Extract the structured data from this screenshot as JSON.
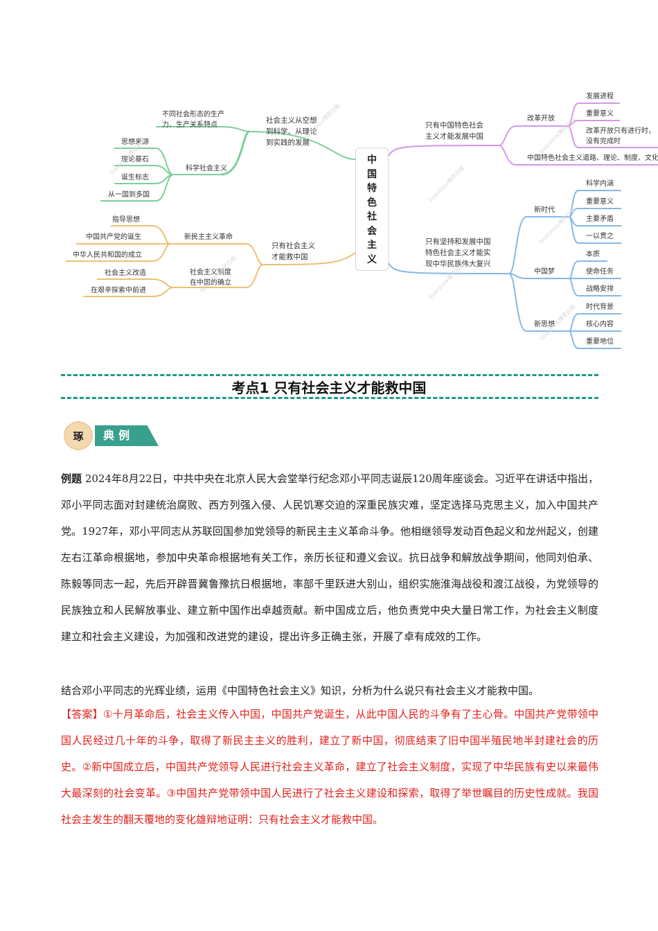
{
  "mindmap": {
    "root": [
      "中",
      "国",
      "特",
      "色",
      "社",
      "会",
      "主",
      "义"
    ],
    "left": {
      "branch1": {
        "label": [
          "社会主义从空想",
          "到科学、从理论",
          "到实践的发展"
        ],
        "color": "#7ccf9a",
        "children": {
          "c1": [
            "不同社会形态的生产",
            "力、生产关系特点"
          ],
          "c2": {
            "label": "科学社会主义",
            "items": [
              "思想来源",
              "理论基石",
              "诞生标志",
              "从一国到多国"
            ]
          }
        }
      },
      "branch2": {
        "label": [
          "只有社会主义",
          "才能救中国"
        ],
        "color": "#ecc074",
        "children": {
          "c1": {
            "label": "新民主主义革命",
            "items": [
              "指导思想",
              "中国共产党的诞生",
              "中华人民共和国的成立"
            ]
          },
          "c2": {
            "label": [
              "社会主义制度",
              "在中国的确立"
            ],
            "items": [
              "社会主义改造",
              "在艰辛探索中前进"
            ]
          }
        }
      }
    },
    "right": {
      "branch1": {
        "label": [
          "只有中国特色社会",
          "主义才能发展中国"
        ],
        "color": "#d796e6",
        "children": {
          "c1": {
            "label": "改革开放",
            "items": [
              "发展进程",
              "重要意义",
              "改革开放只有进行时，",
              "没有完成时"
            ]
          },
          "c2": "中国特色社会主义道路、理论、制度、文化"
        }
      },
      "branch2": {
        "label": [
          "只有坚持和发展中国",
          "特色社会主义才能实",
          "现中华民族伟大复兴"
        ],
        "color": "#84b8e6",
        "children": {
          "c1": {
            "label": "新时代",
            "items": [
              "科学内涵",
              "重要意义",
              "主要矛盾",
              "一以贯之"
            ]
          },
          "c2": {
            "label": "中国梦",
            "items": [
              "本质",
              "使命任务",
              "战略安排"
            ]
          },
          "c3": {
            "label": "新思想",
            "items": [
              "时代背景",
              "核心内容",
              "重要地位"
            ]
          }
        }
      }
    },
    "watermark": "boardmix博思白板"
  },
  "section": {
    "title": "考点1  只有社会主义才能救中国",
    "accent_color": "#1a9a8c"
  },
  "badge": {
    "circle_text": "琢",
    "tag_text": "典例"
  },
  "example": {
    "label": "例题",
    "text": " 2024年8月22日，中共中央在北京人民大会堂举行纪念邓小平同志诞辰120周年座谈会。习近平在讲话中指出，邓小平同志面对封建统治腐败、西方列强入侵、人民饥寒交迫的深重民族灾难，坚定选择马克思主义，加入中国共产党。1927年，邓小平同志从苏联回国参加党领导的新民主主义革命斗争。他相继领导发动百色起义和龙州起义，创建左右江革命根据地，参加中央革命根据地有关工作，亲历长征和遵义会议。抗日战争和解放战争期间，他同刘伯承、陈毅等同志一起，先后开辟晋冀鲁豫抗日根据地，率部千里跃进大别山，组织实施淮海战役和渡江战役，为党领导的民族独立和人民解放事业、建立新中国作出卓越贡献。新中国成立后，他负责党中央大量日常工作，为社会主义制度建立和社会主义建设，为加强和改进党的建设，提出许多正确主张，开展了卓有成效的工作。",
    "question": "结合邓小平同志的光辉业绩，运用《中国特色社会主义》知识，分析为什么说只有社会主义才能救中国。"
  },
  "answer": {
    "label": "【答案】",
    "text": "①十月革命后，社会主义传入中国，中国共产党诞生，从此中国人民的斗争有了主心骨。中国共产党带领中国人民经过几十年的斗争，取得了新民主主义的胜利，建立了新中国，彻底结束了旧中国半殖民地半封建社会的历史。②新中国成立后，中国共产党领导人民进行社会主义革命，建立了社会主义制度，实现了中华民族有史以来最伟大最深刻的社会变革。③中国共产党带领中国人民进行了社会主义建设和探索，取得了举世瞩目的历史性成就。我国社会主发生的翻天覆地的变化雄辩地证明：只有社会主义才能救中国。",
    "color": "#e0201c"
  }
}
